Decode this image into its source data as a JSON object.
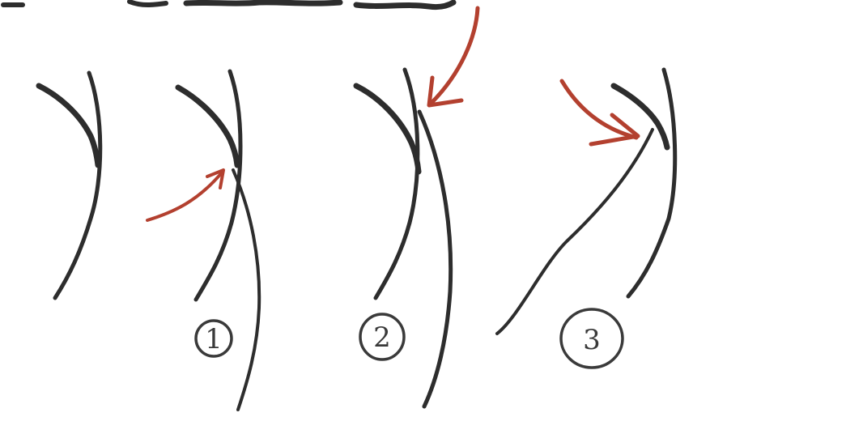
{
  "colors": {
    "background": "#ffffff",
    "ink": "#2d2d2d",
    "arrow": "#b3402f"
  },
  "labels": {
    "step1": "1",
    "step2": "2",
    "step3": "3"
  }
}
